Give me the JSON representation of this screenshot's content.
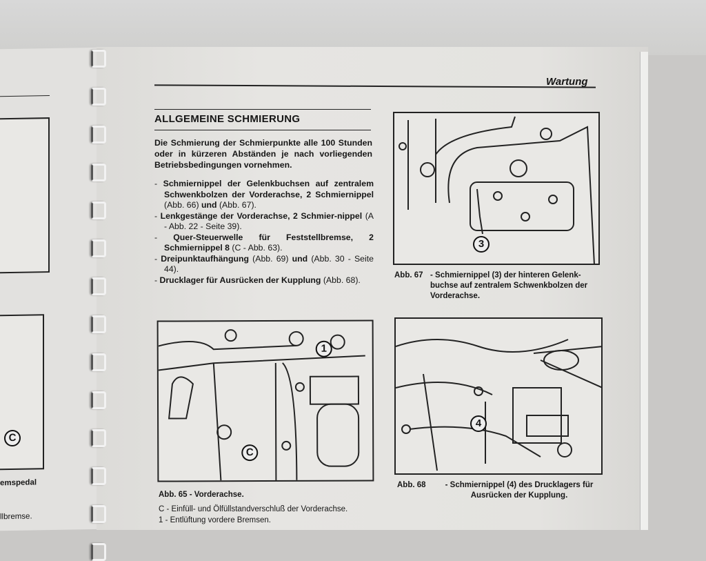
{
  "header": {
    "section": "Wartung"
  },
  "left_page": {
    "fragment_1": "emspedal",
    "fragment_2": "llbremse.",
    "callout": "C"
  },
  "main": {
    "title": "ALLGEMEINE SCHMIERUNG",
    "intro": "Die Schmierung der Schmierpunkte alle 100 Stunden oder in kürzeren Abständen je nach vorliegenden Betriebsbedingungen vornehmen.",
    "items": [
      {
        "bold": "Schmiernippel der Gelenkbuchsen auf zentralem Schwenkbolzen der Vorderachse, 2 Schmiernippel",
        "rest": " (Abb. 66) ",
        "bold2": "und",
        "rest2": " (Abb. 67)."
      },
      {
        "bold": "Lenkgestänge der Vorderachse, 2 Schmier-nippel",
        "rest": " (A - Abb. 22 - Seite 39).",
        "bold2": "",
        "rest2": ""
      },
      {
        "bold": "Quer-Steuerwelle für Feststellbremse, 2 Schmiernippel 8",
        "rest": " (C - Abb. 63).",
        "bold2": "",
        "rest2": ""
      },
      {
        "bold": "Dreipunktaufhängung",
        "rest": " (Abb. 69) ",
        "bold2": "und",
        "rest2": " (Abb. 30 - Seite 44)."
      },
      {
        "bold": "Drucklager für Ausrücken der Kupplung",
        "rest": " (Abb. 68).",
        "bold2": "",
        "rest2": ""
      }
    ]
  },
  "figures": {
    "fig67": {
      "callout": "3",
      "caption_label": "Abb. 67",
      "caption": "- Schmiernippel (3) der hinteren Gelenk-buchse auf zentralem Schwenkbolzen der Vorderachse."
    },
    "fig65": {
      "callout_1": "1",
      "callout_c": "C",
      "caption": "Abb. 65 - Vorderachse.",
      "notes": [
        "C -  Einfüll- und Ölfüllstandverschluß der Vorderachse.",
        "1 -  Entlüftung vordere Bremsen."
      ]
    },
    "fig68": {
      "callout": "4",
      "caption_label": "Abb. 68",
      "caption": "- Schmiernippel (4) des Drucklagers für Ausrücken der Kupplung."
    }
  }
}
